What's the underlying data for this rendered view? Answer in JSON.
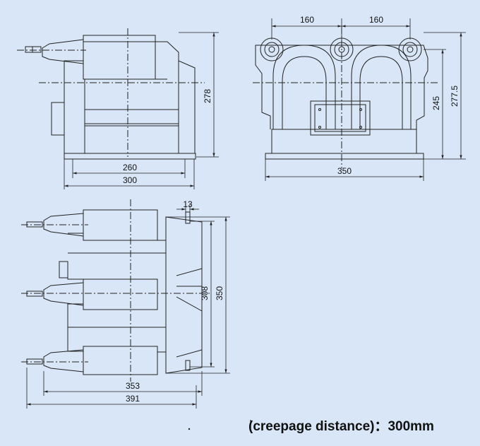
{
  "front_view": {
    "height_label": "278",
    "inner_width_label": "260",
    "outer_width_label": "300"
  },
  "side_view": {
    "left_spacing_label": "160",
    "right_spacing_label": "160",
    "width_label": "350",
    "inner_height_label": "245",
    "outer_height_label": "277.5"
  },
  "top_view": {
    "gap_label": "13",
    "inner_height_label": "308",
    "outer_height_label": "350",
    "inner_width_label": "353",
    "outer_width_label": "391"
  },
  "caption": {
    "text": "(creepage distance)：300mm"
  },
  "colors": {
    "background": "#d8e6f7",
    "line": "#222222"
  }
}
